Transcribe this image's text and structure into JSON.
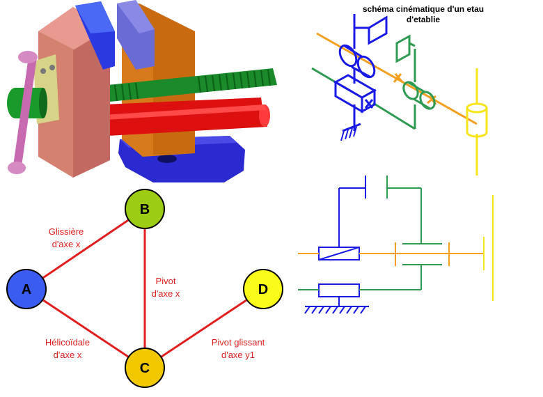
{
  "title": {
    "line1": "schéma cinématique d'un etau",
    "line2": "d'etablie"
  },
  "graph": {
    "nodes": [
      {
        "id": "A",
        "label": "A",
        "color": "#3a5cf0"
      },
      {
        "id": "B",
        "label": "B",
        "color": "#9ccc14"
      },
      {
        "id": "C",
        "label": "C",
        "color": "#f2c800"
      },
      {
        "id": "D",
        "label": "D",
        "color": "#fbfb1a"
      }
    ],
    "edges": [
      {
        "from": "A",
        "to": "B",
        "label_lines": [
          "Glissière",
          "d'axe x"
        ]
      },
      {
        "from": "B",
        "to": "C",
        "label_lines": [
          "Pivot",
          "d'axe x"
        ]
      },
      {
        "from": "A",
        "to": "C",
        "label_lines": [
          "Hélicoïdale",
          "d'axe x"
        ]
      },
      {
        "from": "C",
        "to": "D",
        "label_lines": [
          "Pivot glissant",
          "d'axe y1"
        ]
      }
    ],
    "edge_color": "#e02020",
    "label_color": "#e02020"
  },
  "colors": {
    "blue_part": "#1a1ae6",
    "green_part": "#2e9a52",
    "orange_part": "#f5a020",
    "yellow_part": "#f5e51a",
    "vice_jaw": "#d98a88",
    "vice_body": "#d4826f",
    "vice_plate": "#6b6bd6",
    "vice_orange": "#d67a1c",
    "vice_base": "#2a2ad0",
    "screw_green": "#1a8a2a",
    "rod_red": "#dd1010",
    "handle_pink": "#c86ab0"
  }
}
